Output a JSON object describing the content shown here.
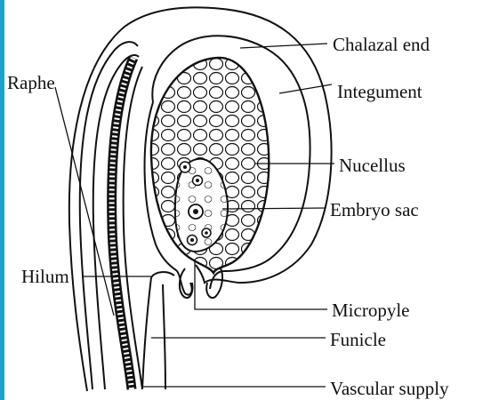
{
  "diagram": {
    "accent_bar_color": "#1aa3c8",
    "line_color": "#111111",
    "labels": {
      "chalazal_end": "Chalazal end",
      "integument": "Integument",
      "raphe": "Raphe",
      "nucellus": "Nucellus",
      "embryo_sac": "Embryo sac",
      "hilum": "Hilum",
      "micropyle": "Micropyle",
      "funicle": "Funicle",
      "vascular_supply": "Vascular supply"
    }
  }
}
